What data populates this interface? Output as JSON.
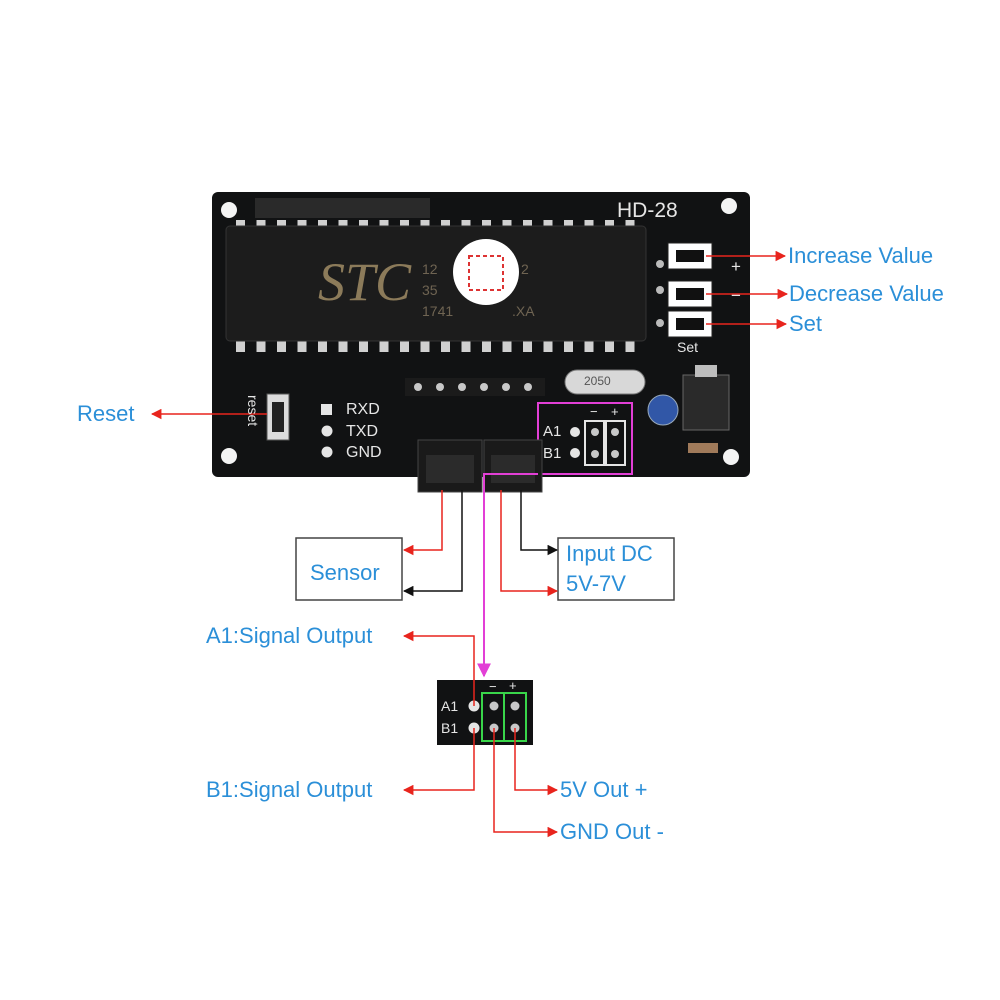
{
  "board": {
    "model": "HD-28",
    "chip_brand": "STC",
    "chip_lines": [
      "12",
      "35",
      "1741",
      "2",
      ".XA"
    ],
    "crystal_text": "2050",
    "buttons": {
      "plus": "+",
      "minus": "−",
      "set": "Set"
    },
    "reset_silk": "reset",
    "uart_pins": [
      "RXD",
      "TXD",
      "GND"
    ],
    "header_rows": [
      "A1",
      "B1"
    ],
    "header_polarity": [
      "−",
      "+"
    ]
  },
  "small_board": {
    "rows": [
      "A1",
      "B1"
    ],
    "polarity": [
      "−",
      "+"
    ]
  },
  "labels": {
    "increase": "Increase Value",
    "decrease": "Decrease Value",
    "set": "Set",
    "reset": "Reset",
    "sensor": "Sensor",
    "input_dc_1": "Input DC",
    "input_dc_2": "5V-7V",
    "a1_out": "A1:Signal Output",
    "b1_out": "B1:Signal Output",
    "v5_out": "5V Out +",
    "gnd_out": "GND Out -"
  },
  "colors": {
    "label": "#2b8fd8",
    "arrow_red": "#e8241d",
    "arrow_black": "#111111",
    "highlight_magenta": "#e23fd6",
    "highlight_green": "#39d64a",
    "pcb": "#111213"
  }
}
